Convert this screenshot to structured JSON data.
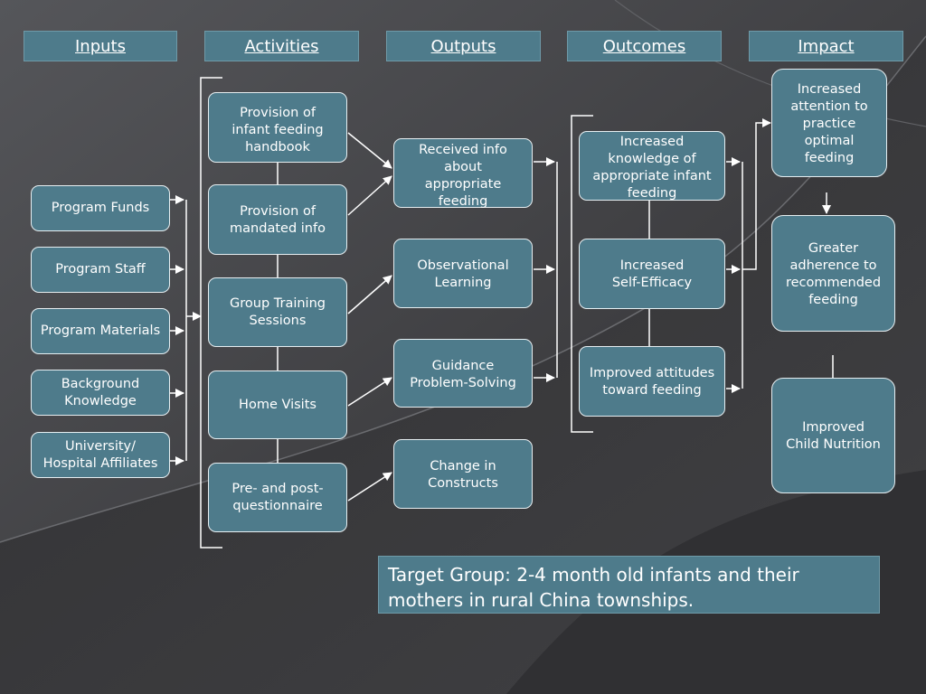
{
  "headers": {
    "inputs": "Inputs",
    "activities": "Activities",
    "outputs": "Outputs",
    "outcomes": "Outcomes",
    "impact": "Impact"
  },
  "inputs": [
    "Program Funds",
    "Program Staff",
    "Program Materials",
    "Background\nKnowledge",
    "University/\nHospital Affiliates"
  ],
  "activities": [
    "Provision of\ninfant feeding\nhandbook",
    "Provision of\nmandated info",
    "Group Training\nSessions",
    "Home Visits",
    "Pre- and post-\nquestionnaire"
  ],
  "outputs": [
    "Received info\nabout\nappropriate\nfeeding",
    "Observational\nLearning",
    "Guidance\nProblem-Solving",
    "Change in\nConstructs"
  ],
  "outcomes": [
    "Increased\nknowledge of\nappropriate infant\nfeeding",
    "Increased\nSelf-Efficacy",
    "Improved attitudes\ntoward feeding"
  ],
  "impact": [
    "Increased\nattention to\npractice\noptimal\nfeeding",
    "Greater\nadherence to\nrecommended\nfeeding",
    "Improved\nChild Nutrition"
  ],
  "target_group": "Target Group: 2-4 month old infants and their mothers in rural China townships.",
  "colors": {
    "box_fill": "#4e7b8b",
    "background": "#3a3a3c",
    "connector": "#ffffff"
  }
}
